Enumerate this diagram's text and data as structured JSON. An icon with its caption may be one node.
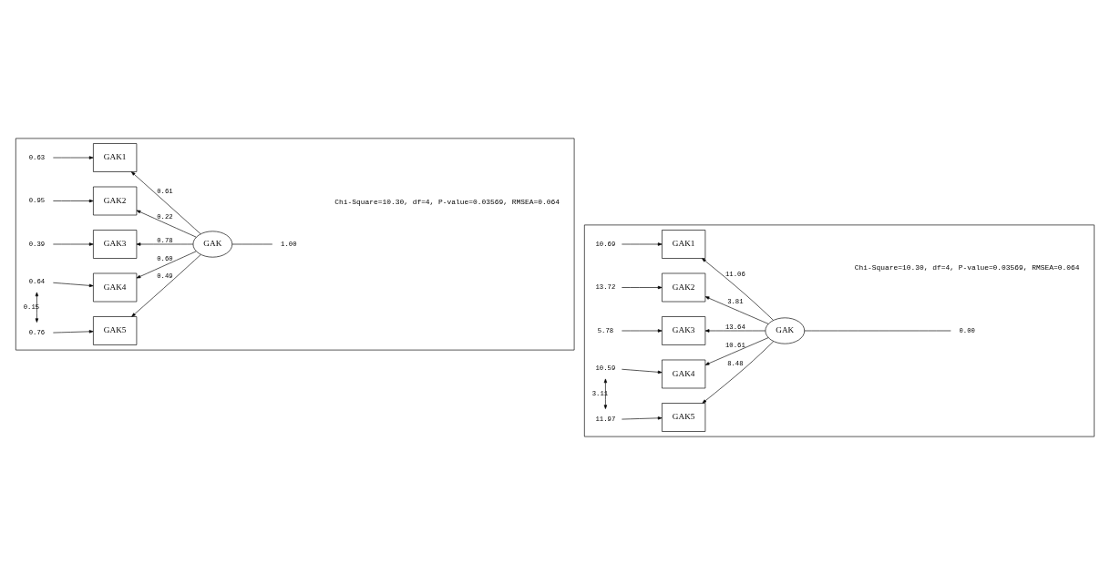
{
  "diagram": {
    "nodes": [
      {
        "text": [],
        "shape": "box"
      },
      {
        "text": [
          "GAK1"
        ],
        "in": 0
      },
      {
        "text": [
          "GAK2"
        ],
        "in": 0
      },
      {
        "text": [
          "GAK3"
        ],
        "in": 0
      },
      {
        "text": [
          "GAK4"
        ],
        "in": 0
      },
      {
        "text": [
          "GAK5"
        ],
        "in": 0
      },
      {
        "text": [
          "GAK"
        ],
        "in": 0
      },
      {
        "text": [
          "0.63"
        ],
        "in": 0
      },
      {
        "text": [
          "0.95"
        ],
        "in": 0
      },
      {
        "text": [
          "0.39"
        ],
        "in": 0
      },
      {
        "text": [
          "0.64"
        ],
        "in": 0
      },
      {
        "text": [
          "0.76"
        ],
        "in": 0
      },
      {
        "text": [
          "1.00"
        ],
        "in": 0
      },
      {
        "text": [],
        "shape": "box"
      },
      {
        "text": [
          "GAK1"
        ],
        "in": 13
      },
      {
        "text": [
          "GAK2"
        ],
        "in": 13
      },
      {
        "text": [
          "GAK3"
        ],
        "in": 13
      },
      {
        "text": [
          "GAK4"
        ],
        "in": 13
      },
      {
        "text": [
          "GAK5"
        ],
        "in": 13
      },
      {
        "text": [
          "GAK"
        ],
        "in": 13
      },
      {
        "text": [
          "10.69"
        ],
        "in": 13
      },
      {
        "text": [
          "13.72"
        ],
        "in": 13
      },
      {
        "text": [
          "5.78"
        ],
        "in": 13
      },
      {
        "text": [
          "10.59"
        ],
        "in": 13
      },
      {
        "text": [
          "11.97"
        ],
        "in": 13
      },
      {
        "text": [
          "0.00"
        ],
        "in": 13
      }
    ],
    "edges": [
      {
        "from": 7,
        "to": 1,
        "arrow": "to"
      },
      {
        "from": 8,
        "to": 2,
        "arrow": "to"
      },
      {
        "from": 9,
        "to": 3,
        "arrow": "to"
      },
      {
        "from": 10,
        "to": 4,
        "arrow": "to"
      },
      {
        "from": 11,
        "to": 5,
        "arrow": "to"
      },
      {
        "from": 6,
        "to": 1,
        "arrow": "to",
        "label": "0.61"
      },
      {
        "from": 6,
        "to": 2,
        "arrow": "to",
        "label": "0.22"
      },
      {
        "from": 6,
        "to": 3,
        "arrow": "to",
        "label": "0.78"
      },
      {
        "from": 6,
        "to": 4,
        "arrow": "to",
        "label": "0.60"
      },
      {
        "from": 6,
        "to": 5,
        "arrow": "to",
        "label": "0.49"
      },
      {
        "from": 6,
        "to": 12,
        "arrow": "none"
      },
      {
        "from": 10,
        "to": 11,
        "arrow": "both",
        "label": "0.15"
      },
      {
        "from": 20,
        "to": 14,
        "arrow": "to"
      },
      {
        "from": 21,
        "to": 15,
        "arrow": "to"
      },
      {
        "from": 22,
        "to": 16,
        "arrow": "to"
      },
      {
        "from": 23,
        "to": 17,
        "arrow": "to"
      },
      {
        "from": 24,
        "to": 18,
        "arrow": "to"
      },
      {
        "from": 19,
        "to": 14,
        "arrow": "to",
        "label": "11.06"
      },
      {
        "from": 19,
        "to": 15,
        "arrow": "to",
        "label": "3.81"
      },
      {
        "from": 19,
        "to": 16,
        "arrow": "to",
        "label": "13.64"
      },
      {
        "from": 19,
        "to": 17,
        "arrow": "to",
        "label": "10.61"
      },
      {
        "from": 19,
        "to": 18,
        "arrow": "to",
        "label": "8.48"
      },
      {
        "from": 19,
        "to": 25,
        "arrow": "none"
      },
      {
        "from": 23,
        "to": 24,
        "arrow": "both",
        "label": "3.11"
      }
    ],
    "labels": [
      "Chi-Square=10.30, df=4, P-value=0.03569, RMSEA=0.064",
      "Chi-Square=10.30, df=4, P-value=0.03569, RMSEA=0.064"
    ]
  }
}
